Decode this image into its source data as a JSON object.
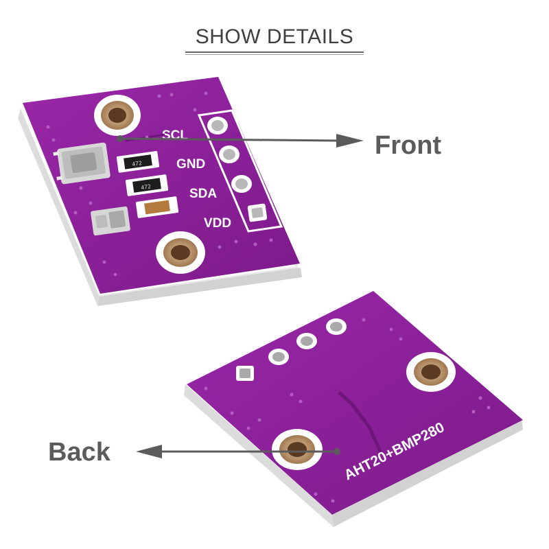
{
  "title": "SHOW DETAILS",
  "front_label": "Front",
  "back_label": "Back",
  "pins": [
    "SCL",
    "GND",
    "SDA",
    "VDD"
  ],
  "board_silkscreen": "AHT20+BMP280",
  "resistor_markings": [
    "472",
    "472"
  ],
  "colors": {
    "pcb": "#8e1f9c",
    "pcb_dark": "#6e157a",
    "board_edge": "#e6e6e6",
    "pad_copper": "#c8a57e",
    "callout_text": "#5b5b5b"
  }
}
